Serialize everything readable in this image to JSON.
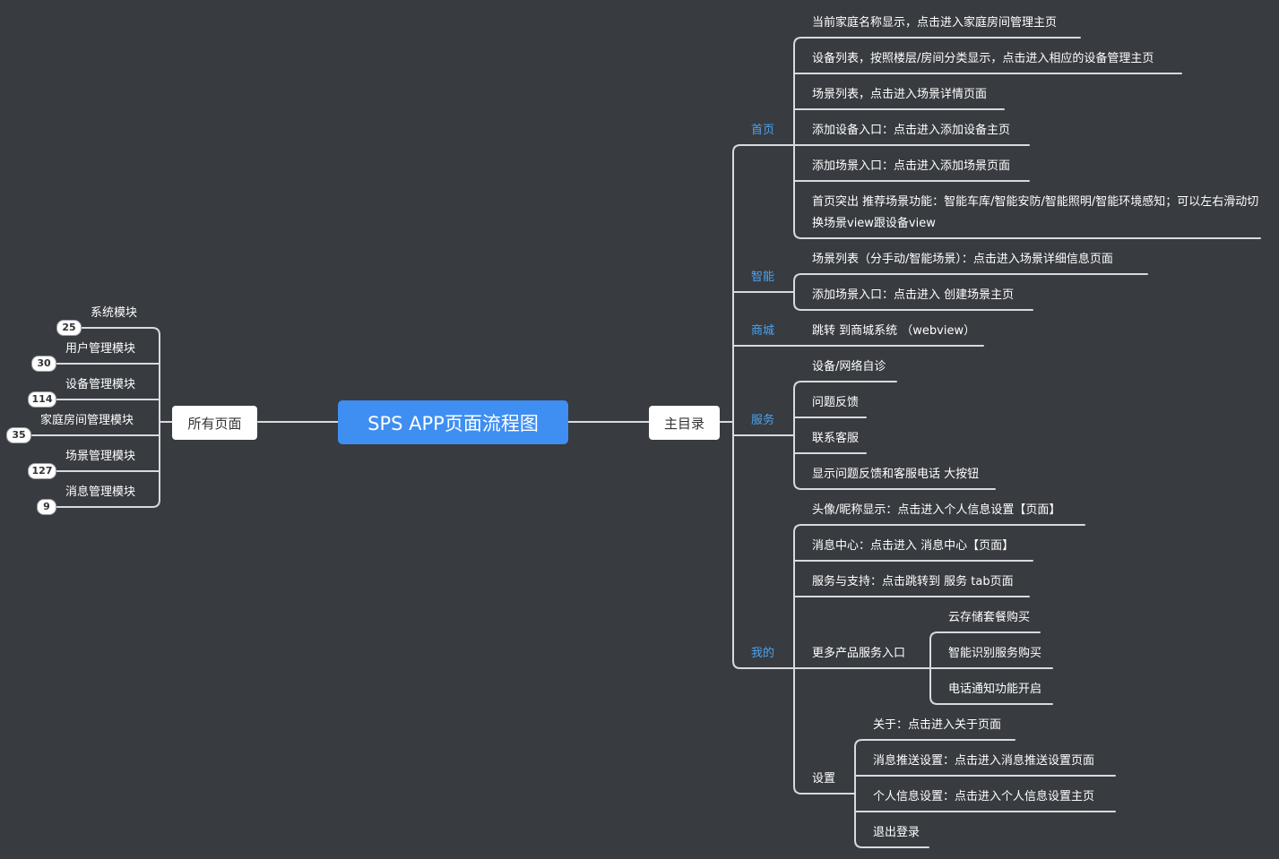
{
  "root": {
    "label": "SPS APP页面流程图"
  },
  "left": {
    "label": "所有页面",
    "items": [
      {
        "label": "系统模块",
        "count": "25"
      },
      {
        "label": "用户管理模块",
        "count": "30"
      },
      {
        "label": "设备管理模块",
        "count": "114"
      },
      {
        "label": "家庭房间管理模块",
        "count": "35"
      },
      {
        "label": "场景管理模块",
        "count": "127"
      },
      {
        "label": "消息管理模块",
        "count": "9"
      }
    ]
  },
  "right": {
    "label": "主目录",
    "sections": [
      {
        "label": "首页",
        "items": [
          "当前家庭名称显示，点击进入家庭房间管理主页",
          "设备列表，按照楼层/房间分类显示，点击进入相应的设备管理主页",
          "场景列表，点击进入场景详情页面",
          "添加设备入口：点击进入添加设备主页",
          "添加场景入口：点击进入添加场景页面",
          "首页突出 推荐场景功能：智能车库/智能安防/智能照明/智能环境感知；可以左右滑动切换场景view跟设备view"
        ]
      },
      {
        "label": "智能",
        "items": [
          "场景列表（分手动/智能场景）：点击进入场景详细信息页面",
          "添加场景入口：点击进入 创建场景主页"
        ]
      },
      {
        "label": "商城",
        "items": [
          "跳转 到商城系统 （webview）"
        ]
      },
      {
        "label": "服务",
        "items": [
          "设备/网络自诊",
          "问题反馈",
          "联系客服",
          "显示问题反馈和客服电话 大按钮"
        ]
      },
      {
        "label": "我的",
        "items": [
          "头像/昵称显示：点击进入个人信息设置【页面】",
          "消息中心：点击进入 消息中心【页面】",
          "服务与支持：点击跳转到 服务 tab页面",
          "更多产品服务入口",
          "设置"
        ]
      }
    ],
    "more_services": [
      "云存储套餐购买",
      "智能识别服务购买",
      "电话通知功能开启"
    ],
    "settings": [
      "关于：点击进入关于页面",
      "消息推送设置：点击进入消息推送设置页面",
      "个人信息设置：点击进入个人信息设置主页",
      "退出登录"
    ]
  }
}
